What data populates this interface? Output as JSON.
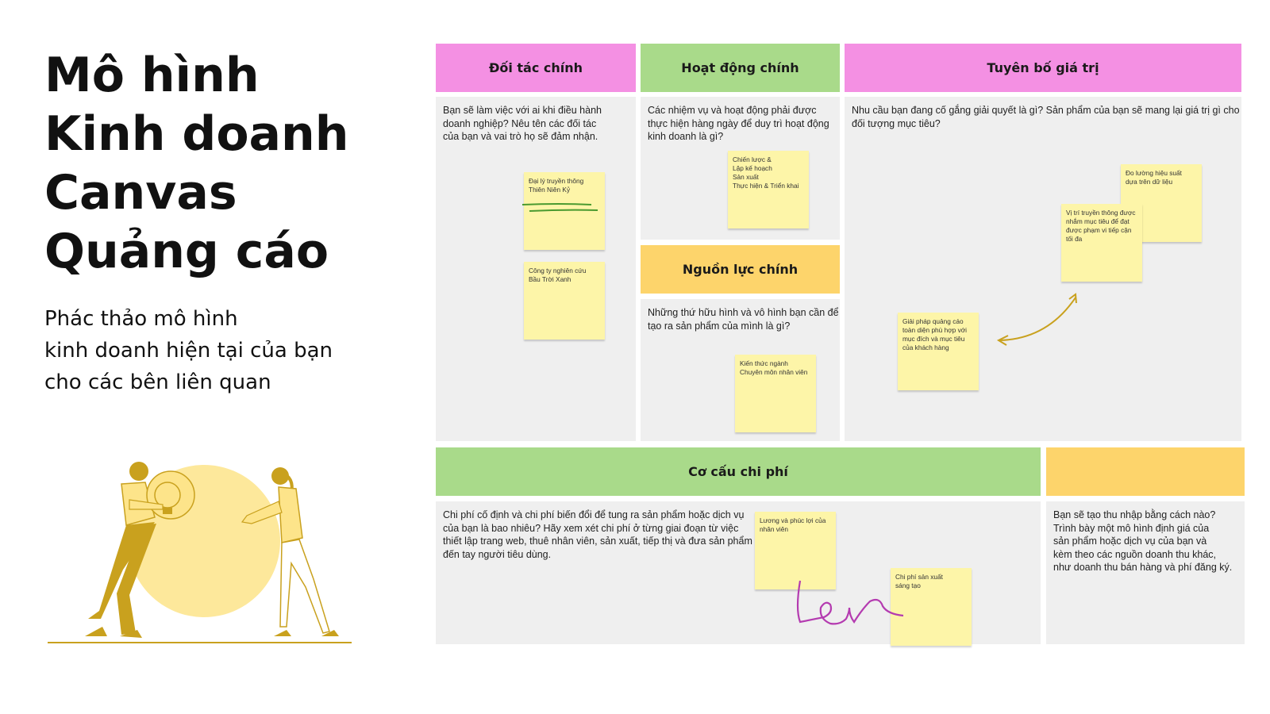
{
  "title_lines": [
    "Mô hình",
    "Kinh doanh",
    "Canvas",
    "Quảng cáo"
  ],
  "subtitle_lines": [
    "Phác thảo mô hình",
    "kinh doanh hiện tại của bạn",
    "cho các bên liên quan"
  ],
  "colors": {
    "pink": "#f490e3",
    "green": "#a9da8a",
    "yellow": "#fdd46b",
    "cell": "#efefef",
    "note": "#fdf5a8"
  },
  "sections": {
    "partners": {
      "title": "Đối tác chính",
      "prompt": [
        "Bạn sẽ làm việc với ai khi điều hành",
        "doanh nghiệp? Nêu tên các đối tác",
        "của bạn và vai trò họ sẽ đảm nhận."
      ],
      "notes": [
        [
          "Đại lý truyền thông",
          "Thiên Niên Kỷ"
        ],
        [
          "Công ty nghiên cứu",
          "Bầu Trời Xanh"
        ]
      ]
    },
    "activities": {
      "title": "Hoạt động chính",
      "prompt": [
        "Các nhiệm vụ và hoạt động phải được",
        "thực hiện hàng ngày để duy trì hoạt động",
        "kinh doanh là gì?"
      ],
      "notes": [
        [
          "Chiến lược &",
          "Lập kế hoạch",
          "Sản xuất",
          "Thực hiện & Triển khai"
        ]
      ]
    },
    "resources": {
      "title": "Nguồn lực chính",
      "prompt": [
        "Những thứ hữu hình và vô hình bạn cần để",
        "tạo ra sản phẩm của mình là gì?"
      ],
      "notes": [
        [
          "Kiến thức ngành",
          "Chuyên môn nhân viên"
        ]
      ]
    },
    "value": {
      "title": "Tuyên bố giá trị",
      "prompt": [
        "Nhu cầu bạn đang cố gắng giải quyết là gì? Sản phẩm của bạn sẽ mang lại giá trị gì cho",
        "đối tượng mục tiêu?"
      ],
      "notes": [
        [
          "Đo lường hiệu suất",
          "dựa trên dữ liệu"
        ],
        [
          "Vị trí truyền thông được",
          "nhắm mục tiêu để đạt",
          "được phạm vi tiếp cận",
          "tối đa"
        ],
        [
          "Giải pháp quảng cáo",
          "toàn diện phù hợp với",
          "mục đích và mục tiêu",
          "của khách hàng"
        ]
      ]
    },
    "costs": {
      "title": "Cơ cấu chi phí",
      "prompt": [
        "Chi phí cố định và chi phí biến đổi để tung ra sản phẩm hoặc dịch vụ",
        "của bạn là bao nhiêu? Hãy xem xét chi phí ở từng giai đoạn từ việc",
        "thiết lập trang web, thuê nhân viên, sản xuất, tiếp thị và đưa sản phẩm",
        "đến tay người tiêu dùng."
      ],
      "notes": [
        [
          "Lương và phúc lợi của",
          "nhân viên"
        ],
        [
          "Chi phí sản xuất",
          "sáng tạo"
        ]
      ]
    },
    "revenue": {
      "title": "",
      "prompt": [
        "Bạn sẽ tạo thu nhập bằng cách nào?",
        "Trình bày một mô hình định giá của",
        "sản phẩm hoặc dịch vụ của bạn và",
        "kèm theo các nguồn doanh thu khác,",
        "như doanh thu bán hàng và phí đăng ký."
      ]
    }
  }
}
